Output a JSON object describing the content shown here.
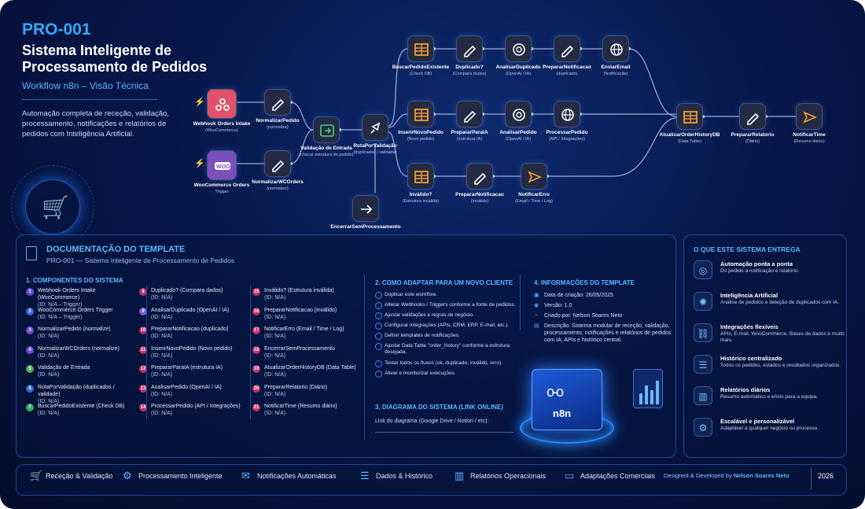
{
  "header": {
    "code": "PRO-001",
    "title": "Sistema Inteligente de Processamento de Pedidos",
    "subtitle": "Workflow n8n – Visão Técnica",
    "description": "Automação completa de receção, validação, processamento, notificações e relatórios de pedidos com Inteligência Artificial."
  },
  "workflow": {
    "nodes": [
      {
        "name": "Webhook Orders Intake",
        "sub": "(WooCommerce)",
        "icon": "webhook-icon",
        "color": "#e0526b"
      },
      {
        "name": "WooCommerce Orders",
        "sub": "Trigger",
        "icon": "woo-icon",
        "color": "#7c4fbd"
      },
      {
        "name": "NormalizarPedido",
        "sub": "(normalize)",
        "icon": "pencil-icon"
      },
      {
        "name": "NormalizarWCOrders",
        "sub": "(normalize)",
        "icon": "pencil-icon"
      },
      {
        "name": "Validação de Entrada",
        "sub": "(checar estrutura do pedido)",
        "icon": "check-icon"
      },
      {
        "name": "RotaPorValidação",
        "sub": "(duplicados / validade)",
        "icon": "route-icon"
      },
      {
        "name": "BuscarPedidoExistente",
        "sub": "(Check DB)",
        "icon": "table-icon"
      },
      {
        "name": "Duplicado?",
        "sub": "(Compara dados)",
        "icon": "pencil-icon"
      },
      {
        "name": "AnalisarDuplicado",
        "sub": "(OpenAI / IA)",
        "icon": "openai-icon"
      },
      {
        "name": "PrepararNotificacao",
        "sub": "(duplicado)",
        "icon": "pencil-icon"
      },
      {
        "name": "EnviarEmail",
        "sub": "(Notificação)",
        "icon": "globe-icon"
      },
      {
        "name": "InserirNovoPedido",
        "sub": "(Novo pedido)",
        "icon": "table-icon"
      },
      {
        "name": "PrepararParaIA",
        "sub": "(estrutura IA)",
        "icon": "pencil-icon"
      },
      {
        "name": "AnalisarPedido",
        "sub": "(OpenAI / IA)",
        "icon": "openai-icon"
      },
      {
        "name": "ProcessarPedido",
        "sub": "(API / Integrações)",
        "icon": "globe-icon"
      },
      {
        "name": "Inválido?",
        "sub": "(Estrutura inválida)",
        "icon": "table-icon"
      },
      {
        "name": "PrepararNotificacao",
        "sub": "(Inválido)",
        "icon": "pencil-icon"
      },
      {
        "name": "NotificarErro",
        "sub": "(Email / Time / Log)",
        "icon": "send-icon"
      },
      {
        "name": "EncerrarSemProcessamento",
        "sub": "",
        "icon": "arrow-icon"
      },
      {
        "name": "AtualizarOrderHistoryDB",
        "sub": "(Data Table)",
        "icon": "table-icon"
      },
      {
        "name": "PrepararRelatorio",
        "sub": "(Diário)",
        "icon": "pencil-icon"
      },
      {
        "name": "NotificarTime",
        "sub": "(Resumo diário)",
        "icon": "send-icon"
      }
    ]
  },
  "doc": {
    "title": "DOCUMENTAÇÃO DO TEMPLATE",
    "subtitle": "PRO-001 — Sistema Inteligente de Processamento de Pedidos",
    "components_title": "1. COMPONENTES DO SISTEMA",
    "components": [
      {
        "n": "1",
        "label": "Webhook Orders Intake (WooCommerce)",
        "id": "(ID: N/A – Trigger)",
        "color": "#6b4ad6"
      },
      {
        "n": "2",
        "label": "WooCommerce Orders Trigger",
        "id": "(ID: N/A – Trigger)",
        "color": "#3d63d8"
      },
      {
        "n": "3",
        "label": "NormalizarPedido (normalize)",
        "id": "(ID: N/A)",
        "color": "#6b4ad6"
      },
      {
        "n": "4",
        "label": "NormalizarWCOrders (normalize)",
        "id": "(ID: N/A)",
        "color": "#6b4ad6"
      },
      {
        "n": "5",
        "label": "Validação de Entrada",
        "id": "(ID: N/A)",
        "color": "#4caf50"
      },
      {
        "n": "6",
        "label": "RotaPorValidação (duplicados / validade)",
        "id": "(ID: N/A)",
        "color": "#3d63d8"
      },
      {
        "n": "7",
        "label": "BuscarPedidoExistente (Check DB)",
        "id": "(ID: N/A)",
        "color": "#2ea86b"
      },
      {
        "n": "8",
        "label": "Duplicado? (Compara dados)",
        "id": "(ID: N/A)",
        "color": "#b0307a"
      },
      {
        "n": "9",
        "label": "AnalisarDuplicado (OpenAI / IA)",
        "id": "(ID: N/A)",
        "color": "#7a5ad6"
      },
      {
        "n": "10",
        "label": "PrepararNotificacao (duplicado)",
        "id": "(ID: N/A)",
        "color": "#c0306a"
      },
      {
        "n": "11",
        "label": "InserirNovoPedido (Novo pedido)",
        "id": "(ID: N/A)",
        "color": "#c0306a"
      },
      {
        "n": "12",
        "label": "PrepararParaIA (estrutura IA)",
        "id": "(ID: N/A)",
        "color": "#c0306a"
      },
      {
        "n": "13",
        "label": "AnalisarPedido (OpenAI / IA)",
        "id": "(ID: N/A)",
        "color": "#c0306a"
      },
      {
        "n": "14",
        "label": "ProcessarPedido (API / Integrações)",
        "id": "(ID: N/A)",
        "color": "#c0306a"
      },
      {
        "n": "15",
        "label": "Inválido? (Estrutura inválida)",
        "id": "(ID: N/A)",
        "color": "#c0306a"
      },
      {
        "n": "16",
        "label": "PrepararNotificacao (inválido)",
        "id": "(ID: N/A)",
        "color": "#c0306a"
      },
      {
        "n": "17",
        "label": "NotificarErro (Email / Time / Log)",
        "id": "(ID: N/A)",
        "color": "#c0306a"
      },
      {
        "n": "18",
        "label": "EncerrarSemProcessamento",
        "id": "(ID: N/A)",
        "color": "#c0306a"
      },
      {
        "n": "19",
        "label": "AtualizarOrderHistoryDB (Data Table)",
        "id": "(ID: N/A)",
        "color": "#c0306a"
      },
      {
        "n": "20",
        "label": "PrepararRelatorio (Diário)",
        "id": "(ID: N/A)",
        "color": "#c0306a"
      },
      {
        "n": "21",
        "label": "NotificarTime (Resumo diário)",
        "id": "(ID: N/A)",
        "color": "#c0306a"
      }
    ],
    "adapt_title": "2. COMO ADAPTAR PARA UM NOVO CLIENTE",
    "adapt_steps": [
      "Duplicar este workflow.",
      "Alterar Webhooks / Triggers conforme a fonte de pedidos.",
      "Ajustar validações e regras de negócio.",
      "Configurar integrações (APIs, CRM, ERP, E-mail, etc.).",
      "Definir templates de notificações.",
      "Ajustar Data Table \"order_history\" conforme a estrutura desejada.",
      "Testar todos os fluxos (ok, duplicado, inválido, erro).",
      "Ativar e monitorizar execuções."
    ],
    "diagram_title": "3. DIAGRAMA DO SISTEMA (LINK ONLINE)",
    "diagram_link": "Link do diagrama (Google Drive / Notion / etc):",
    "info_title": "4. INFORMAÇÕES DO TEMPLATE",
    "info": [
      {
        "icon": "calendar-icon",
        "text": "Data de criação: 26/05/2025"
      },
      {
        "icon": "version-icon",
        "text": "Versão: 1.0"
      },
      {
        "icon": "user-icon",
        "text": "Criado por: Nelson Soares Neto"
      },
      {
        "icon": "doc-icon",
        "text": "Descrição: Sistema modular de receção, validação, processamento, notificações e relatórios de pedidos com IA, APIs e histórico central."
      }
    ],
    "cube_label": "n8n"
  },
  "deliver": {
    "title": "O QUE ESTE SISTEMA ENTREGA",
    "items": [
      {
        "icon": "target-icon",
        "title": "Automação ponta a ponta",
        "desc": "Do pedido à notificação e relatório."
      },
      {
        "icon": "brain-icon",
        "title": "Inteligência Artificial",
        "desc": "Análise de pedidos e deteção de duplicados com IA."
      },
      {
        "icon": "link-icon",
        "title": "Integrações flexíveis",
        "desc": "APIs, E-mail, WooCommerce, Bases de dados e muito mais."
      },
      {
        "icon": "database-icon",
        "title": "Histórico centralizado",
        "desc": "Todos os pedidos, estados e resultados organizados."
      },
      {
        "icon": "chart-icon",
        "title": "Relatórios diários",
        "desc": "Resumo automático e envio para a equipa."
      },
      {
        "icon": "gear-icon",
        "title": "Escalável e personalizável",
        "desc": "Adaptável a qualquer negócio ou processo."
      }
    ]
  },
  "footer": {
    "items": [
      "Receção & Validação",
      "Processamento Inteligente",
      "Notificações Automáticas",
      "Dados & Histórico",
      "Relatórios Operacionais",
      "Adaptações Comerciais"
    ],
    "credit_prefix": "Designed & Developed by",
    "credit_name": "Nelson Soares Neto",
    "year": "2026"
  }
}
